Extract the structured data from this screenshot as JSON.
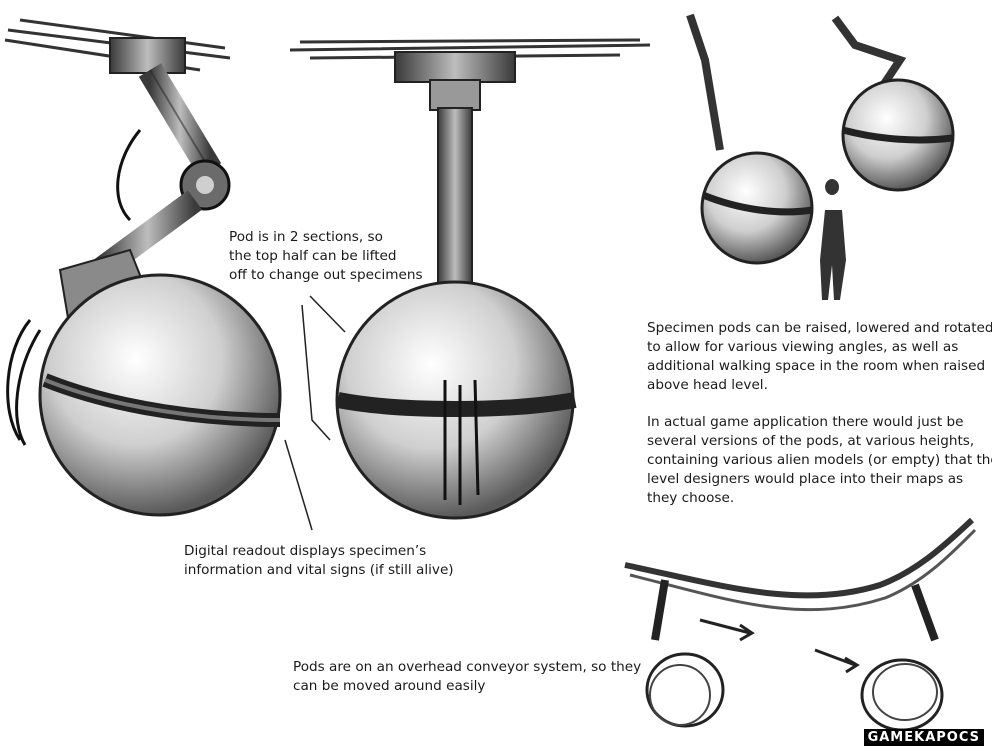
{
  "annotations": {
    "pod_sections": [
      "Pod is in 2 sections, so",
      "the top half can be lifted",
      "off to change out specimens"
    ],
    "digital_readout": [
      "Digital readout displays specimen’s",
      "information and vital signs (if still alive)"
    ],
    "raised_lowered": [
      "Specimen pods can be raised, lowered and rotated",
      "to allow for various viewing angles, as well as",
      "additional walking space in the room when raised",
      "above head level."
    ],
    "game_application": [
      "In actual game application there would just be",
      "several versions of the pods, at various heights,",
      "containing various alien models (or empty) that the",
      "level designers would place into their maps as",
      "they choose."
    ],
    "conveyor": [
      "Pods are on an overhead conveyor system, so they",
      "can be moved around easily"
    ]
  },
  "watermark": "GAMEKAPOCS",
  "icons": [
    "specimen-pod-side-sketch",
    "specimen-pod-front-sketch",
    "raised-pods-with-human-figure-sketch",
    "overhead-conveyor-sketch"
  ]
}
